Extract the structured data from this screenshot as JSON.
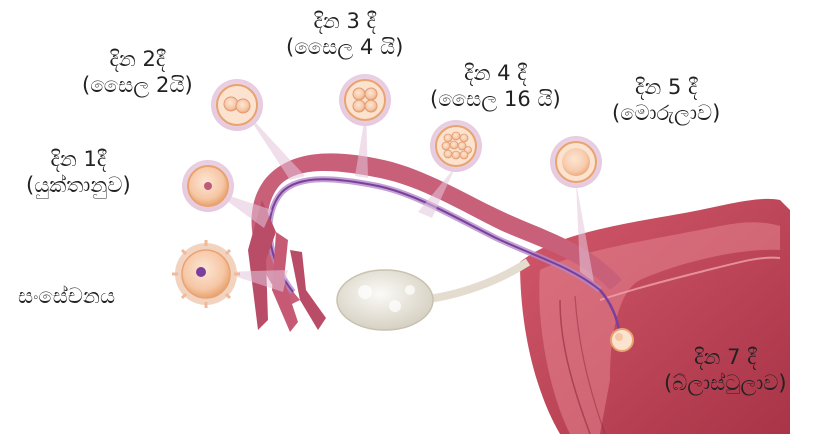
{
  "labels": {
    "fertilization": "සංසේචනය",
    "day1": {
      "line1": "දින 1දී",
      "line2": "(යුක්තානුව)"
    },
    "day2": {
      "line1": "දින 2දී",
      "line2": "(සෛල 2යි)"
    },
    "day3": {
      "line1": "දින 3 දී",
      "line2": "(සෛල 4 යි)"
    },
    "day4": {
      "line1": "දින 4 දී",
      "line2": "(සෛල 16 යි)"
    },
    "day5": {
      "line1": "දින 5 දී",
      "line2": "(මොරුලාව)"
    },
    "day7": {
      "line1": "දින 7 දී",
      "line2": "(බ්ලාස්ටුලාව)"
    }
  },
  "colors": {
    "tube": "#c9607a",
    "tube_inner": "#b48ac8",
    "path": "#7a3f9e",
    "uterus": "#c74a5c",
    "ovary": "#ece8de",
    "cell": "#f6c7a6",
    "cell_rim": "#e9a36f"
  }
}
